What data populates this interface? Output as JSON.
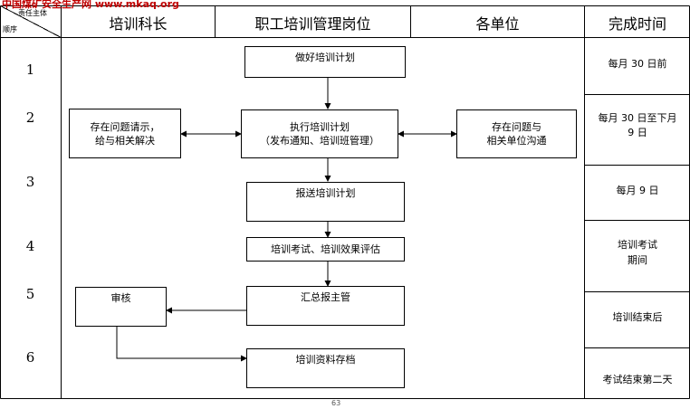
{
  "watermark": "中国煤矿安全生产网 www.mkaq.org",
  "corner": {
    "top": "责任主体",
    "bottom": "顺序"
  },
  "headers": {
    "col1": "培训科长",
    "col2": "职工培训管理岗位",
    "col3": "各单位",
    "col4": "完成时间"
  },
  "rows": [
    "1",
    "2",
    "3",
    "4",
    "5",
    "6"
  ],
  "boxes": {
    "plan": "做好培训计划",
    "problem_request_l1": "存在问题请示，",
    "problem_request_l2": "给与相关解决",
    "execute_l1": "执行培训计划",
    "execute_l2": "（发布通知、培训班管理）",
    "communicate_l1": "存在问题与",
    "communicate_l2": "相关单位沟通",
    "report": "报送培训计划",
    "exam": "培训考试、培训效果评估",
    "review": "审核",
    "summary": "汇总报主管",
    "archive": "培训资料存档"
  },
  "times": {
    "t1": "每月 30 日前",
    "t2_l1": "每月 30 日至下月",
    "t2_l2": "9 日",
    "t3": "每月 9 日",
    "t4_l1": "培训考试",
    "t4_l2": "期间",
    "t5": "培训结束后",
    "t6": "考试结束第二天"
  },
  "page_number": "63"
}
